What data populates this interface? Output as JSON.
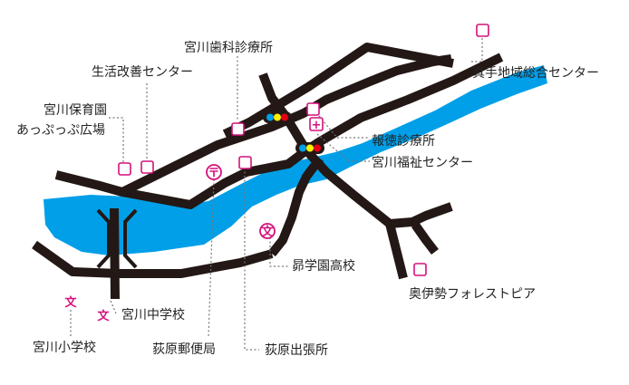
{
  "colors": {
    "road": "#231815",
    "river": "#009fe8",
    "marker": "#d4127b",
    "signal_blue": "#00a0e9",
    "signal_yellow": "#fff100",
    "signal_red": "#e60012"
  },
  "labels": {
    "shika": "宮川歯科診療所",
    "seikatsu": "生活改善センター",
    "hoikuen": "宮川保育園",
    "appuppu": "あっぷっぷ広場",
    "shinte": "真手地域総合センター",
    "hotoku": "報徳診療所",
    "fukushi": "宮川福祉センター",
    "subaru": "昴学園高校",
    "okuise": "奥伊勢フォレストピア",
    "chugakko": "宮川中学校",
    "shogakko": "宮川小学校",
    "yubinkyoku": "荻原郵便局",
    "shutchojo": "荻原出張所"
  },
  "symbols": {
    "school": "文",
    "post": "〒",
    "hospital": "+"
  },
  "icons": {
    "facility": "facility-square-icon",
    "school": "school-icon",
    "post_office": "post-office-icon",
    "hospital": "hospital-icon",
    "traffic_light": "traffic-light-icon"
  }
}
